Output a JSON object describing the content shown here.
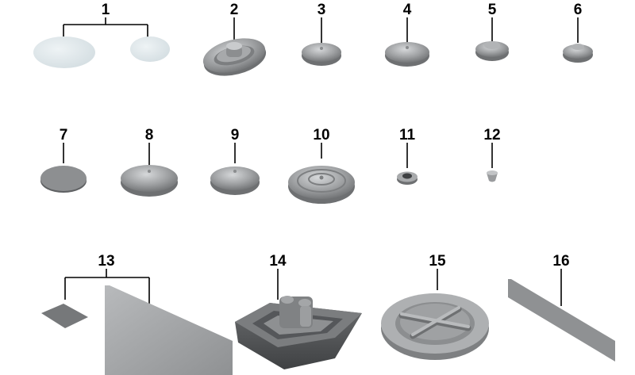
{
  "callouts": [
    "1",
    "2",
    "3",
    "4",
    "5",
    "6",
    "7",
    "8",
    "9",
    "10",
    "11",
    "12",
    "13",
    "14",
    "15",
    "16"
  ],
  "colors": {
    "part_gray": "#9a9c9e",
    "part_dark": "#6e7072",
    "part_light": "#c4c6c8",
    "film": "#dfe7ea",
    "background": "#ffffff"
  }
}
